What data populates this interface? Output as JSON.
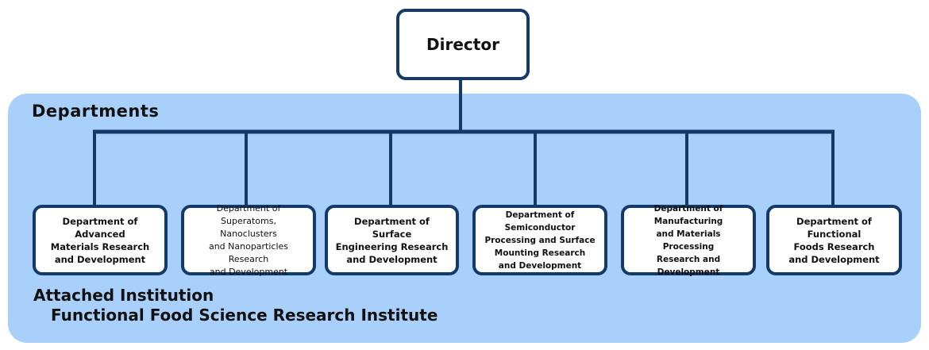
{
  "director": {
    "label": "Director"
  },
  "departments": {
    "heading": "Departments",
    "items": [
      {
        "label": "Department of Advanced\nMaterials Research\nand Development"
      },
      {
        "label": "Department of Superatoms,\nNanoclusters\nand Nanoparticles Research\nand Development"
      },
      {
        "label": "Department of Surface\nEngineering Research\nand Development"
      },
      {
        "label": "Department of Semiconductor\nProcessing and Surface\nMounting Research\nand Development"
      },
      {
        "label": "Department of Manufacturing\nand Materials Processing\nResearch and Development"
      },
      {
        "label": "Department of Functional\nFoods Research\nand Development"
      }
    ]
  },
  "attached": {
    "heading": "Attached Institution",
    "name": "Functional Food Science Research Institute"
  },
  "colors": {
    "panel": "#a8d0fb",
    "line": "#143a6a",
    "box_fill": "#ffffff"
  }
}
